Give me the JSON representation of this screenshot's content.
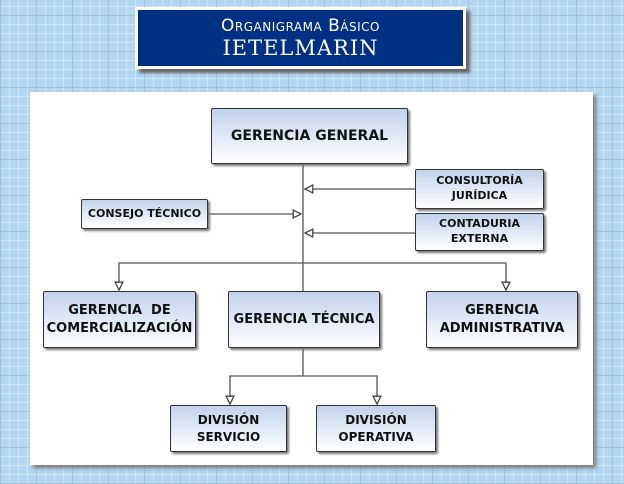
{
  "header": {
    "title": "Organigrama Básico",
    "subtitle": "IETELMARIN"
  },
  "nodes": {
    "gerencia_general": "GERENCIA GENERAL",
    "consultoria": "CONSULTORÍA JURÍDICA",
    "consejo": "CONSEJO TÉCNICO",
    "contaduria": "CONTADURIA EXTERNA",
    "comercializacion": "GERENCIA  DE COMERCIALIZACIÓN",
    "tecnica": "GERENCIA TÉCNICA",
    "administrativa": "GERENCIA ADMINISTRATIVA",
    "servicio": "DIVISIÓN SERVICIO",
    "operativa": "DIVISIÓN OPERATIVA"
  }
}
